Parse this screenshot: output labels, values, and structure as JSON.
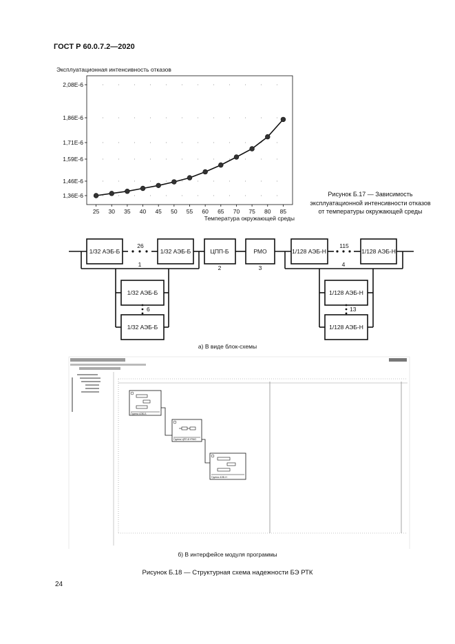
{
  "header": {
    "doc_id": "ГОСТ Р 60.0.7.2—2020"
  },
  "figure_b17": {
    "caption": "Рисунок Б.17 — Зависимость эксплуатационной интенсивности отказов от температуры окружающей среды"
  },
  "chart_data": {
    "type": "line",
    "title": "",
    "ylabel": "Эксплуатационная интенсивность отказов",
    "xlabel": "Температура окружающей среды",
    "x": [
      25,
      30,
      35,
      40,
      45,
      50,
      55,
      60,
      65,
      70,
      75,
      80,
      85
    ],
    "y": [
      1.36e-06,
      1.375e-06,
      1.39e-06,
      1.41e-06,
      1.43e-06,
      1.455e-06,
      1.48e-06,
      1.515e-06,
      1.555e-06,
      1.605e-06,
      1.665e-06,
      1.745e-06,
      1.85e-06
    ],
    "x_ticks": [
      "25",
      "30",
      "35",
      "40",
      "45",
      "50",
      "55",
      "60",
      "65",
      "70",
      "75",
      "80",
      "85"
    ],
    "y_ticks": [
      {
        "value": 1.36e-06,
        "label": "1,36E-6"
      },
      {
        "value": 1.46e-06,
        "label": "1,46E-6"
      },
      {
        "value": 1.59e-06,
        "label": "1,59E-6"
      },
      {
        "value": 1.71e-06,
        "label": "1,71E-6"
      },
      {
        "value": 1.86e-06,
        "label": "1,86E-6"
      },
      {
        "value": 2.08e-06,
        "label": "2,08E-6"
      }
    ],
    "xlim": [
      25,
      85
    ],
    "grid": "dotted"
  },
  "figure_b18": {
    "caption": "Рисунок Б.18 — Структурная схема надежности БЭ РТК",
    "sub_a": "а) В виде блок-схемы",
    "sub_b": "б) В интерфейсе модуля программы",
    "blocks": {
      "aeb_b_first": "1/32 АЭБ-Б",
      "aeb_b_last": "1/32 АЭБ-Б",
      "cpp": "ЦПП-Б",
      "rmo": "РМО",
      "aeb_n_first": "1/128 АЭБ-Н",
      "aeb_n_last": "1/128 АЭБ-Н",
      "aeb_b_res1": "1/32 АЭБ-Б",
      "aeb_b_res2": "1/32 АЭБ-Б",
      "aeb_n_res1": "1/128 АЭБ-Н",
      "aeb_n_res2": "1/128 АЭБ-Н"
    },
    "labels": {
      "count_b_series": "26",
      "count_n_series": "115",
      "count_b_parallel": "6",
      "count_n_parallel": "13",
      "group1": "1",
      "group2": "2",
      "group3": "3",
      "group4": "4"
    },
    "screenshot": {
      "group_a": "Группа АЭБ-Б",
      "group_b": "Группа ЦПП-Б+РМО",
      "group_c": "Группа АЭБ-Н"
    }
  },
  "footer": {
    "page_number": "24"
  }
}
